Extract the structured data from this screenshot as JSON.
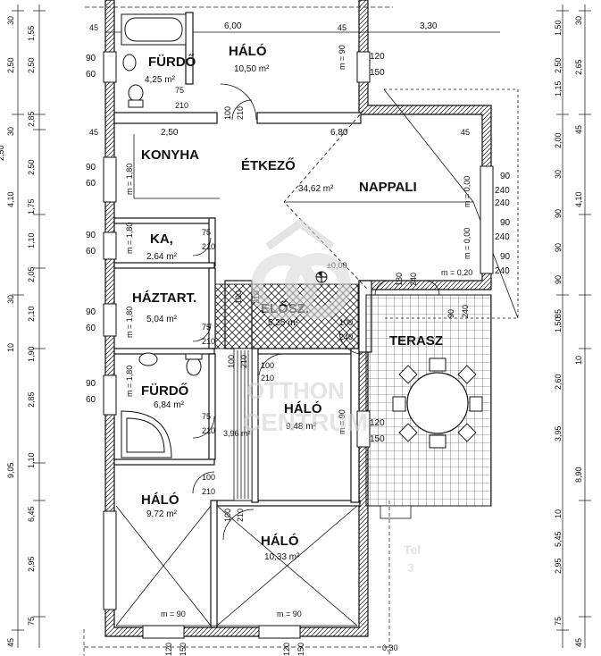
{
  "rooms": {
    "furdo_top": {
      "name": "FÜRDŐ",
      "area": "4,25 m²"
    },
    "halo_top": {
      "name": "HÁLÓ",
      "area": "10,50 m²"
    },
    "konyha": {
      "name": "KONYHA"
    },
    "etkezo": {
      "name": "ÉTKEZŐ"
    },
    "nappali": {
      "name": "NAPPALI",
      "area": "34,62 m²"
    },
    "kamra": {
      "name": "KA,",
      "area": "2,64 m²"
    },
    "haztart": {
      "name": "HÁZTART.",
      "area": "5,04 m²"
    },
    "elosz": {
      "name": "ELŐSZ.",
      "area": "5,25 m²"
    },
    "terasz": {
      "name": "TERASZ"
    },
    "furdo_mid": {
      "name": "FÜRDŐ",
      "area": "6,84 m²"
    },
    "halo_mid": {
      "name": "HÁLÓ",
      "area": "9,48 m²"
    },
    "halo_bl": {
      "name": "HÁLÓ",
      "area": "9,72 m²"
    },
    "halo_br": {
      "name": "HÁLÓ",
      "area": "10,33 m²"
    },
    "corridor_area": "3,96 m²"
  },
  "watermark": {
    "line1": "OTTHON",
    "line2": "CENTRUM"
  },
  "labels": {
    "d600": "6,00",
    "d330": "3,30",
    "d250": "2,50",
    "d680": "6,80",
    "d45": "45",
    "d90": "90",
    "d60": "60",
    "d75": "75",
    "d210": "210",
    "d100": "100",
    "d120": "120",
    "d150": "150",
    "d180": "180",
    "d240": "240",
    "d030": "0,30",
    "d000": "±0,00",
    "m180": "m = 1,80",
    "m90": "m = 90",
    "m000": "m = 0,00",
    "m020": "m = 0,20"
  },
  "left_chain_outer": [
    "30",
    "2,50",
    "30",
    "4,10",
    "30",
    "10",
    "9,05",
    "45"
  ],
  "left_chain_inner": [
    "1,55",
    "2,50",
    "2,85",
    "2,50",
    "1,75",
    "1,10",
    "2,05",
    "2,10",
    "1,90",
    "2,85",
    "1,10",
    "6,45",
    "2,95",
    "75"
  ],
  "right_chain_outer": [
    "30",
    "2,65",
    "45",
    "4,10",
    "10",
    "8,90",
    "45"
  ],
  "right_chain_inner": [
    "1,50",
    "2,50",
    "1,15",
    "2,00",
    "30",
    "90",
    "90",
    "90",
    "85",
    "1,50",
    "2,60",
    "3,95",
    "10",
    "5,45",
    "2,95",
    "75"
  ],
  "watermark_faint": {
    "line1": "Tel",
    "line2": "3"
  }
}
